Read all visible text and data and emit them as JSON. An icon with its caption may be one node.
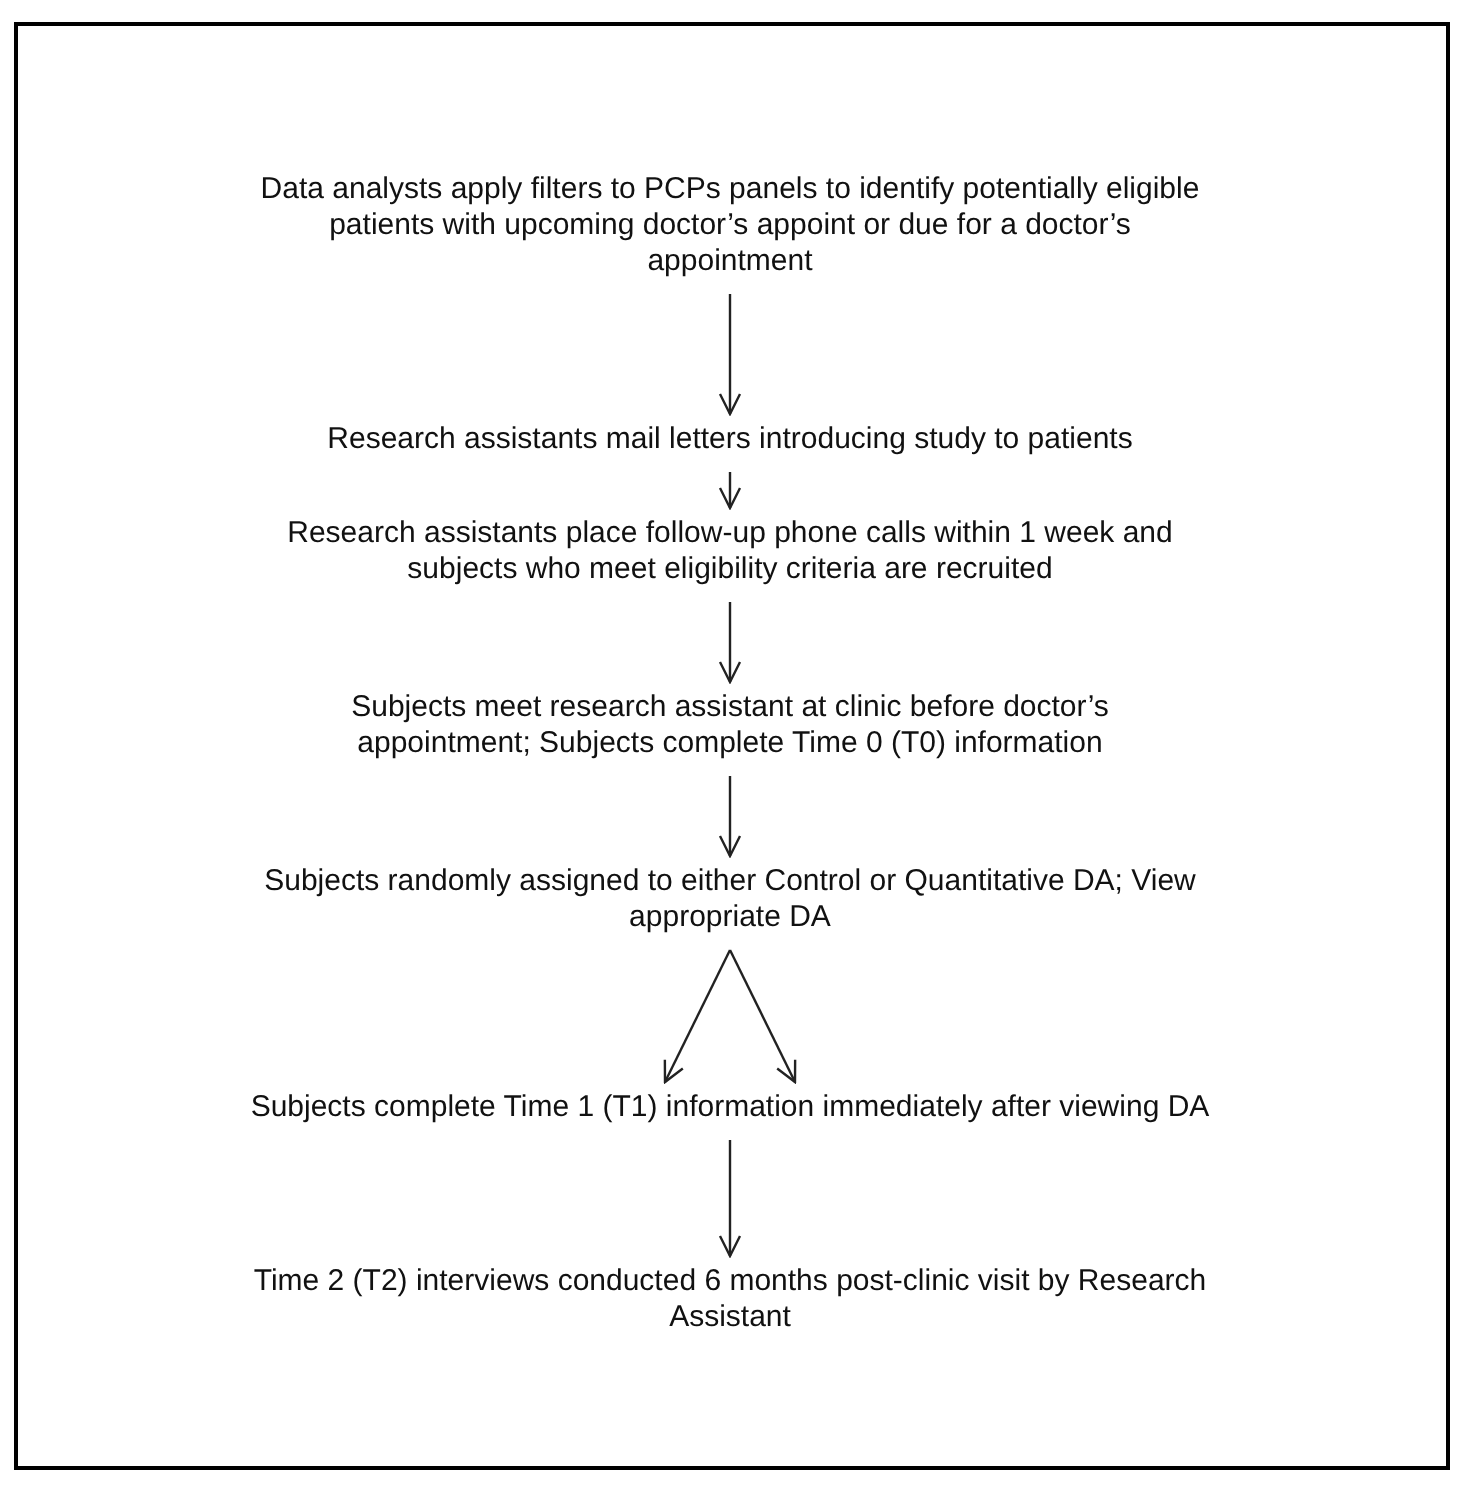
{
  "diagram": {
    "nodes": [
      {
        "text": [
          "Data analysts apply filters to PCPs panels to identify potentially eligible patients with upcoming doctor’s appoint or due for a doctor’s appointment"
        ]
      },
      {
        "text": [
          "Research assistants mail letters introducing study to patients"
        ]
      },
      {
        "text": [
          "Research assistants place follow-up phone calls within 1 week and subjects who meet eligibility criteria are recruited"
        ]
      },
      {
        "text": [
          "Subjects meet research assistant at clinic before doctor’s appointment; Subjects complete Time 0 (T0) information"
        ]
      },
      {
        "text": [
          "Subjects randomly assigned to either Control or Quantitative DA; View appropriate DA"
        ]
      },
      {
        "text": [
          "Subjects complete Time 1 (T1) information immediately after viewing DA"
        ]
      },
      {
        "text": [
          "Time 2 (T2) interviews conducted 6 months post-clinic visit by Research Assistant"
        ]
      }
    ],
    "edges": [
      {
        "from": 0,
        "to": 1,
        "arrow": "to"
      },
      {
        "from": 1,
        "to": 2,
        "arrow": "to"
      },
      {
        "from": 2,
        "to": 3,
        "arrow": "to"
      },
      {
        "from": 3,
        "to": 4,
        "arrow": "to"
      },
      {
        "from": 4,
        "to": 5,
        "arrow": "to"
      },
      {
        "from": 4,
        "to": 5,
        "arrow": "to"
      },
      {
        "from": 5,
        "to": 6,
        "arrow": "to"
      }
    ]
  }
}
